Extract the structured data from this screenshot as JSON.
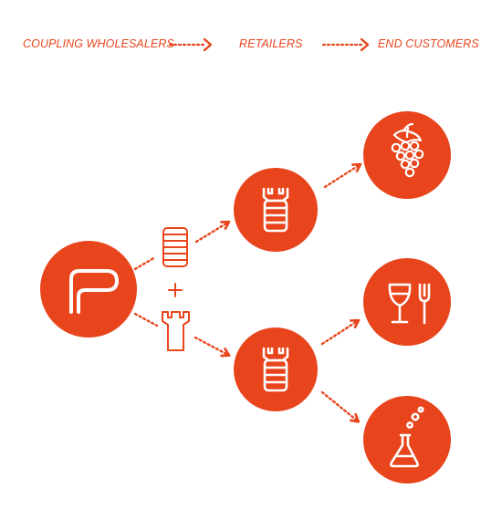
{
  "header": {
    "stage_1": "COUPLING WHOLESALERS",
    "stage_2": "RETAILERS",
    "stage_3": "END CUSTOMERS"
  },
  "colors": {
    "accent": "#e8451c",
    "icon_stroke": "#ffffff",
    "background": "#ffffff"
  },
  "nodes": {
    "source": {
      "icon": "pipe-logo-icon"
    },
    "products": [
      {
        "icon": "coupling-stack-icon"
      },
      {
        "icon": "plus-icon"
      },
      {
        "icon": "coupling-fitting-icon"
      }
    ],
    "retailers": [
      {
        "icon": "coupling-icon"
      },
      {
        "icon": "coupling-icon"
      }
    ],
    "end_customers": [
      {
        "icon": "grapes-icon"
      },
      {
        "icon": "wine-glass-fork-icon"
      },
      {
        "icon": "lab-flask-icon"
      }
    ]
  }
}
